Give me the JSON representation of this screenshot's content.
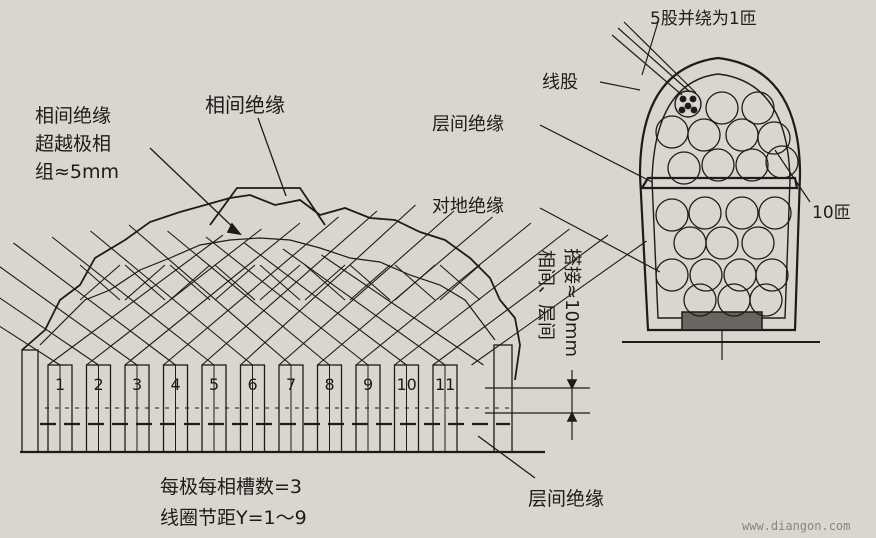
{
  "labels": {
    "phase_insulation_top": "相间绝缘",
    "phase_insulation_over_1": "相间绝缘",
    "phase_insulation_over_2": "超越极相",
    "phase_insulation_over_3": "组≈5mm",
    "overlap_1": "相间、层间",
    "overlap_2": "搭接≈10mm",
    "layer_insulation_bottom": "层间绝缘",
    "slots_per_pole_phase": "每极每相槽数=3",
    "coil_pitch": "线圈节距Y=1～9",
    "strands_parallel": "5股并绕为1匝",
    "strand": "线股",
    "layer_insulation_slot": "层间绝缘",
    "ground_insulation": "对地绝缘",
    "turns": "10匝",
    "watermark": "www.diangon.com"
  },
  "slot_numbers": [
    "1",
    "2",
    "3",
    "4",
    "5",
    "6",
    "7",
    "8",
    "9",
    "10",
    "11"
  ],
  "colors": {
    "ink": "#1e1b18",
    "paper": "#d9d5cf"
  }
}
